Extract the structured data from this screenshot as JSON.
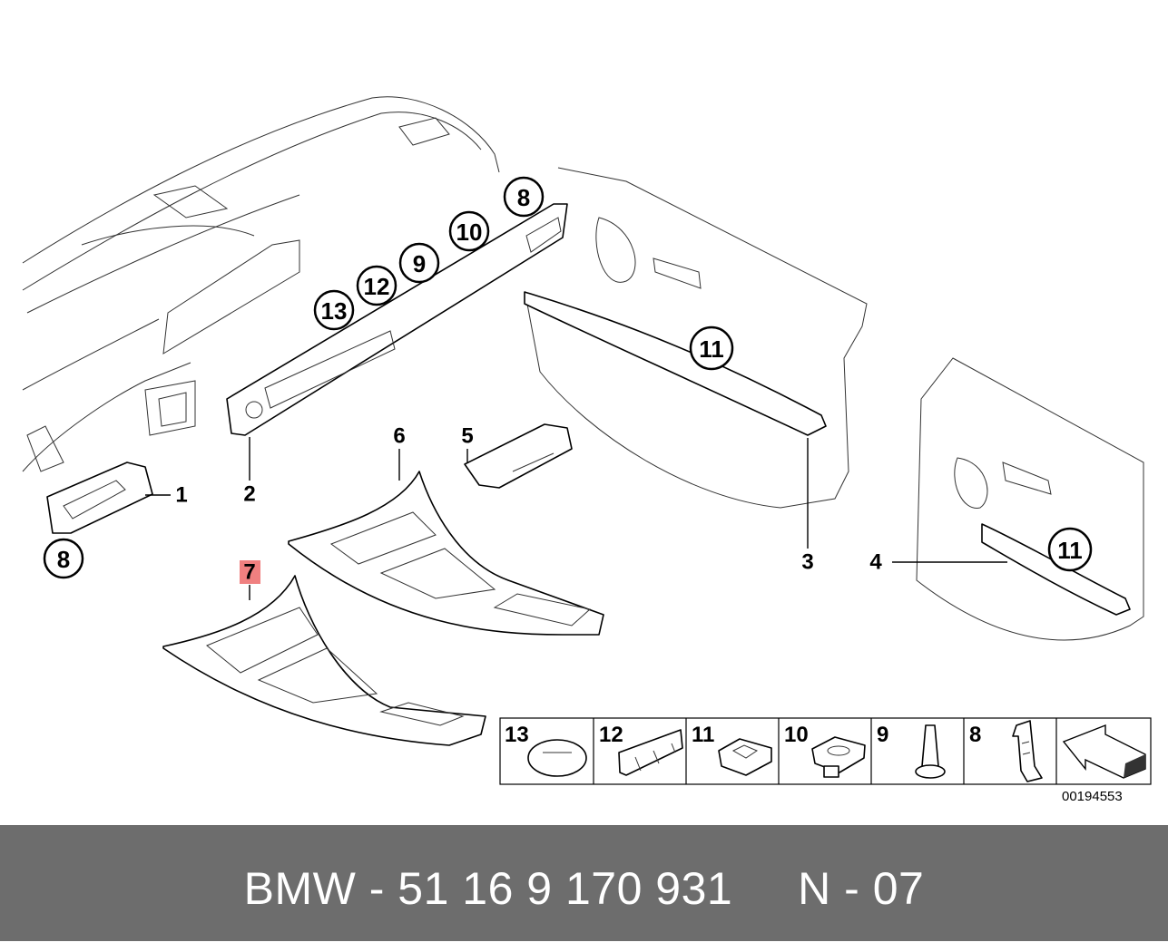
{
  "diagram": {
    "callouts": {
      "c1": "1",
      "c2": "2",
      "c3": "3",
      "c4": "4",
      "c5": "5",
      "c6": "6",
      "c7": "7",
      "c8a": "8",
      "c8b": "8",
      "c9": "9",
      "c10": "10",
      "c11a": "11",
      "c11b": "11",
      "c12": "12",
      "c13": "13"
    },
    "highlight_color": "#f08080",
    "legend": [
      "13",
      "12",
      "11",
      "10",
      "9",
      "8"
    ],
    "doc_number": "00194553"
  },
  "footer": {
    "text": "BMW - 51 16 9 170 931     N - 07",
    "background": "#6d6d6d"
  }
}
